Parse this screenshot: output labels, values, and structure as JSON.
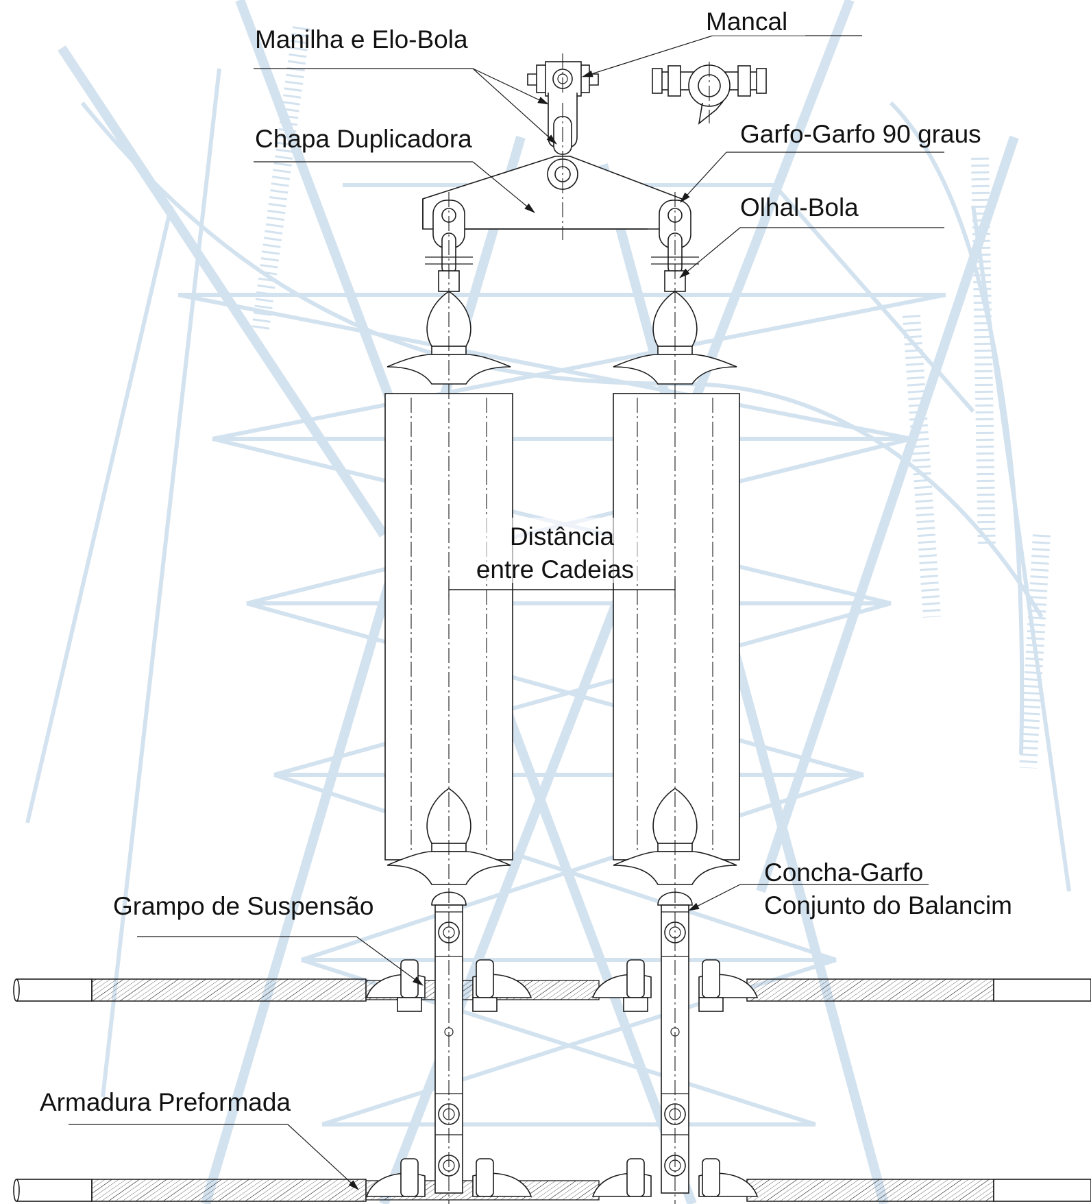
{
  "labels": {
    "mancal": "Mancal",
    "manilha_elo_bola": "Manilha e Elo-Bola",
    "chapa_duplicadora": "Chapa Duplicadora",
    "garfo_garfo": "Garfo-Garfo 90 graus",
    "olhal_bola": "Olhal-Bola",
    "distancia_line1": "Distância",
    "distancia_line2": "entre Cadeias",
    "concha_garfo": "Concha-Garfo",
    "conjunto_balancim": "Conjunto do Balancim",
    "grampo_suspensao": "Grampo de Suspensão",
    "armadura_preformada": "Armadura Preformada"
  },
  "colors": {
    "line": "#1a1a1a",
    "tower_watermark": "#9fc0dc",
    "background": "#ffffff"
  }
}
